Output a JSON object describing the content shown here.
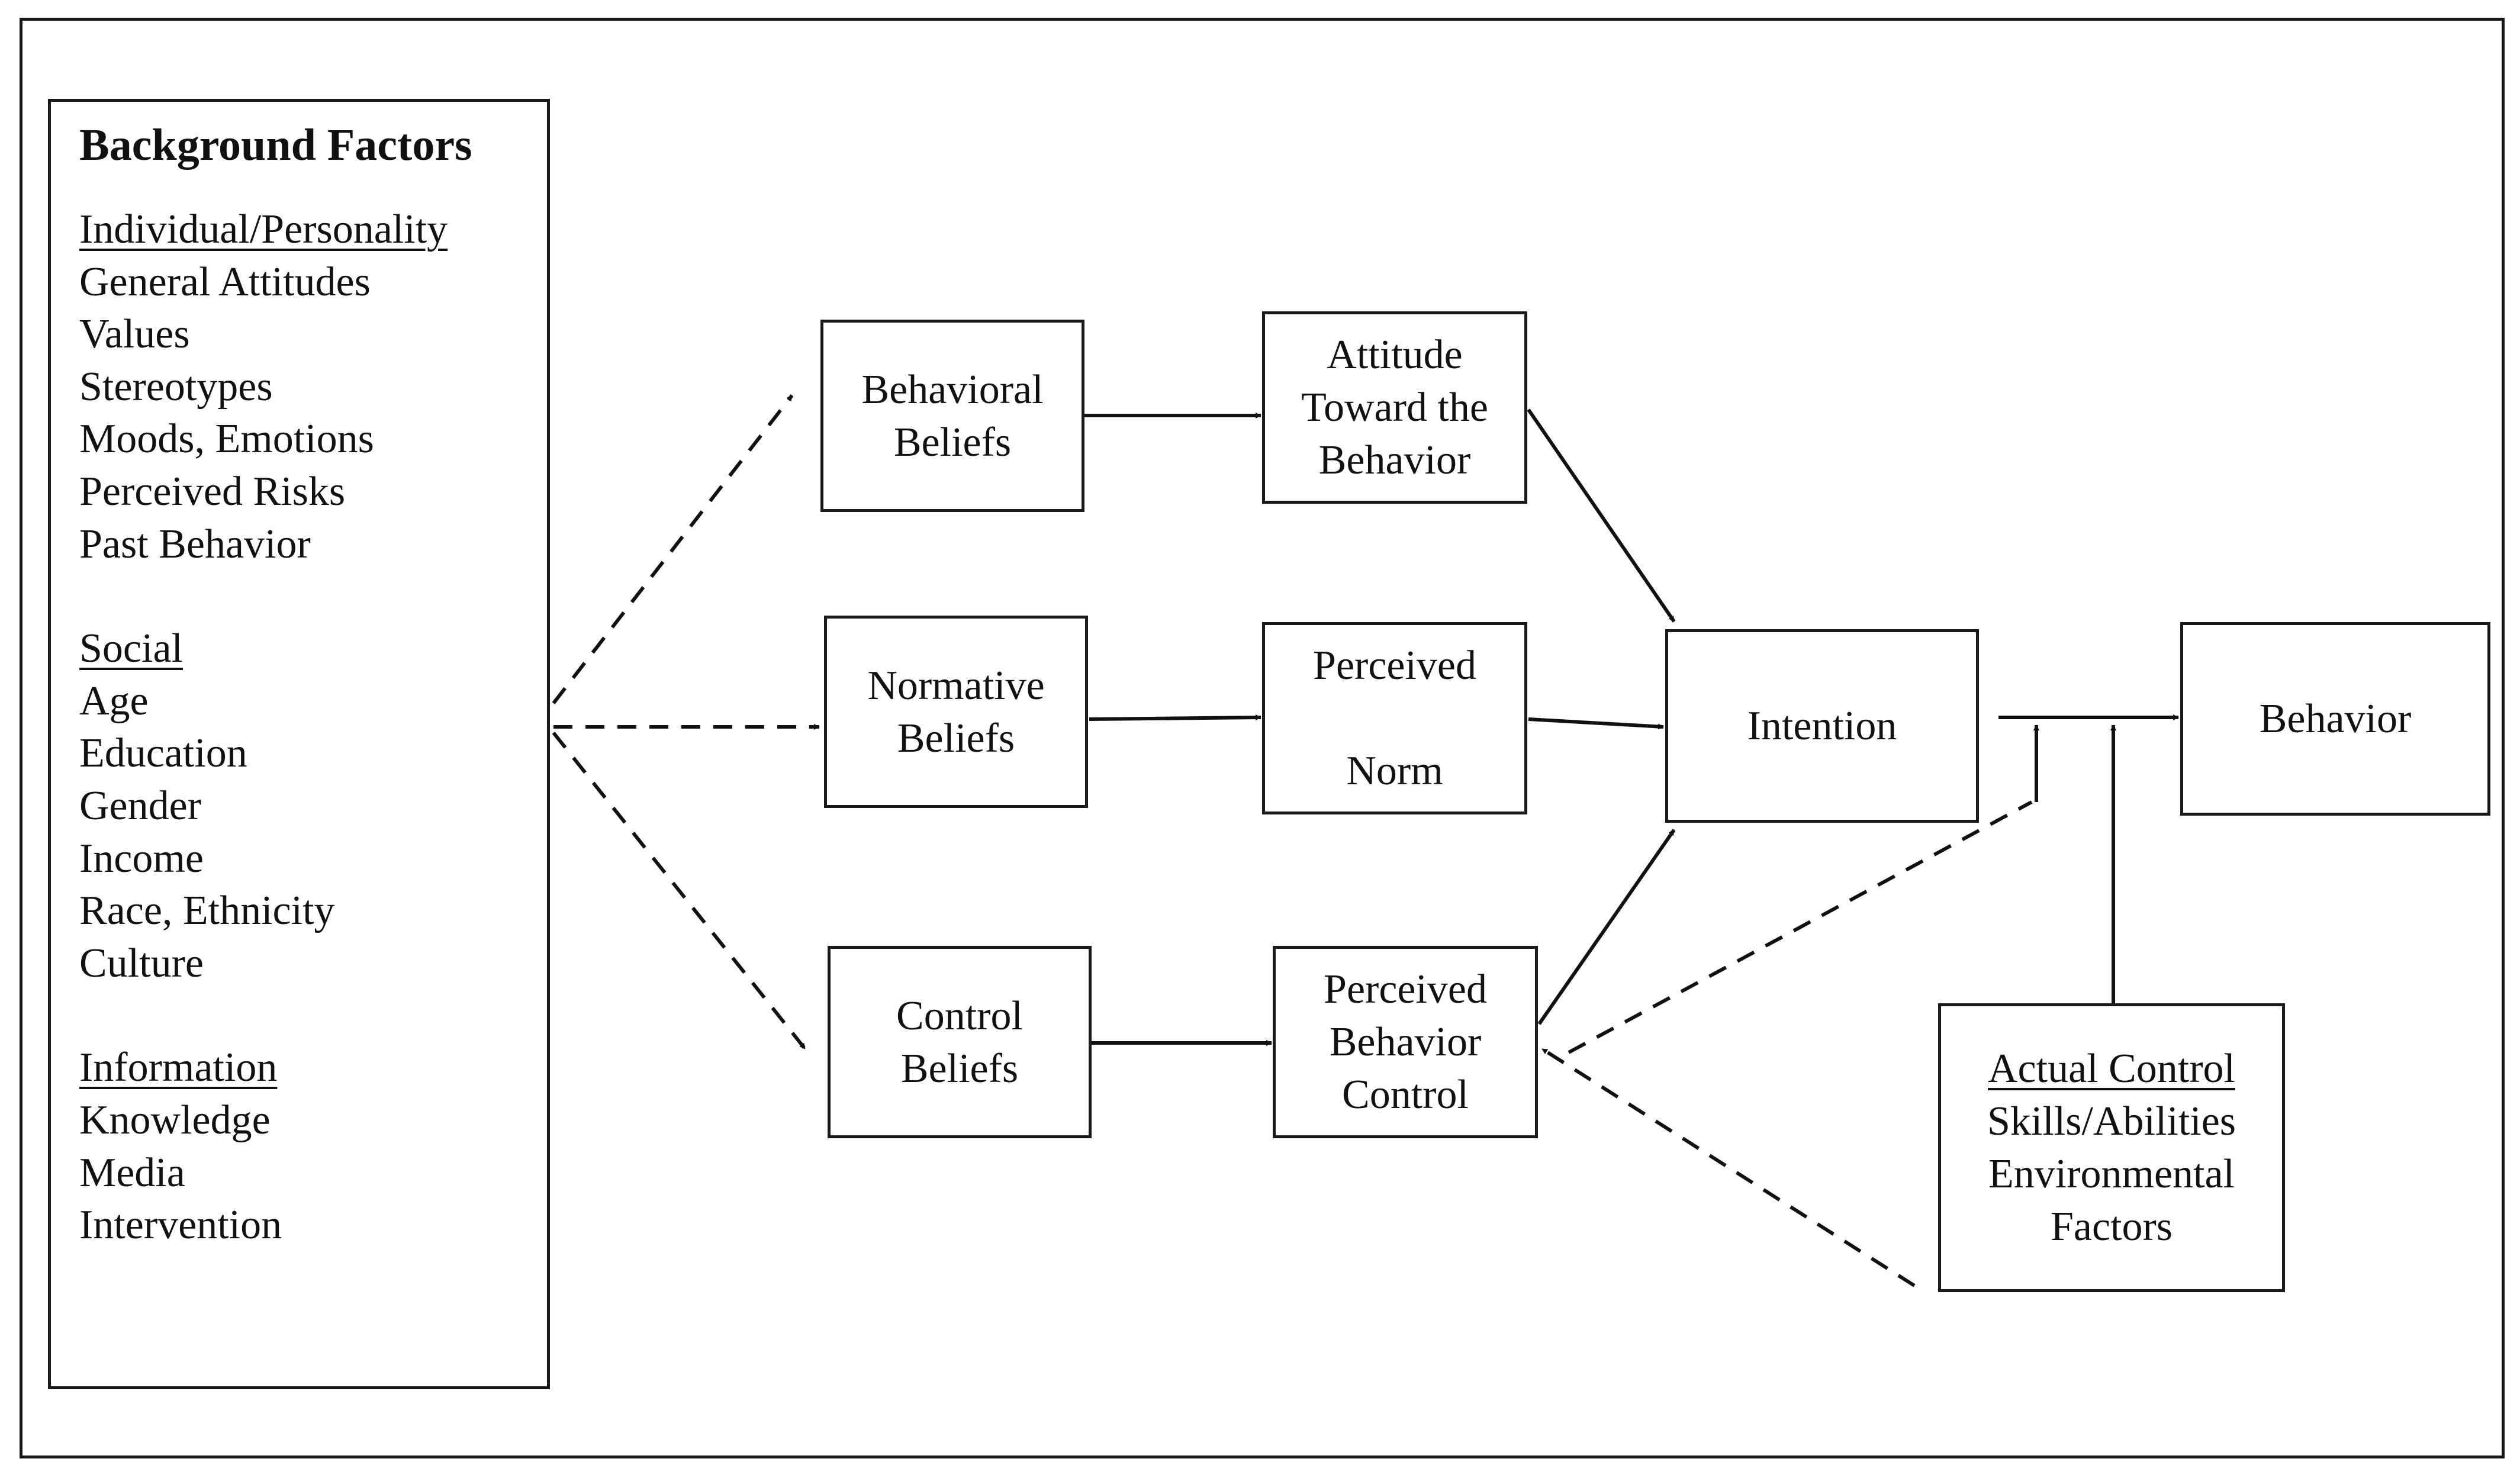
{
  "background_factors": {
    "title": "Background Factors",
    "groups": [
      {
        "heading": "Individual/Personality",
        "items": [
          "General Attitudes",
          "Values",
          "Stereotypes",
          "Moods, Emotions",
          "Perceived Risks",
          "Past Behavior"
        ]
      },
      {
        "heading": "Social",
        "items": [
          "Age",
          "Education",
          "Gender",
          "Income",
          "Race, Ethnicity",
          "Culture"
        ]
      },
      {
        "heading": "Information",
        "items": [
          "Knowledge",
          "Media",
          "Intervention"
        ]
      }
    ]
  },
  "nodes": {
    "behavioral_beliefs": [
      "Behavioral",
      "Beliefs"
    ],
    "normative_beliefs": [
      "Normative",
      "Beliefs"
    ],
    "control_beliefs": [
      "Control",
      "Beliefs"
    ],
    "attitude": [
      "Attitude",
      "Toward the",
      "Behavior"
    ],
    "perceived_norm": [
      "Perceived",
      "",
      "Norm"
    ],
    "perceived_behavior_control": [
      "Perceived",
      "Behavior",
      "Control"
    ],
    "intention": [
      "Intention"
    ],
    "behavior": [
      "Behavior"
    ],
    "actual_control": {
      "heading": "Actual Control",
      "lines": [
        "Skills/Abilities",
        "Environmental",
        "Factors"
      ]
    }
  },
  "colors": {
    "line": "#111111",
    "box_border": "#1a1a1a",
    "background": "#ffffff"
  }
}
